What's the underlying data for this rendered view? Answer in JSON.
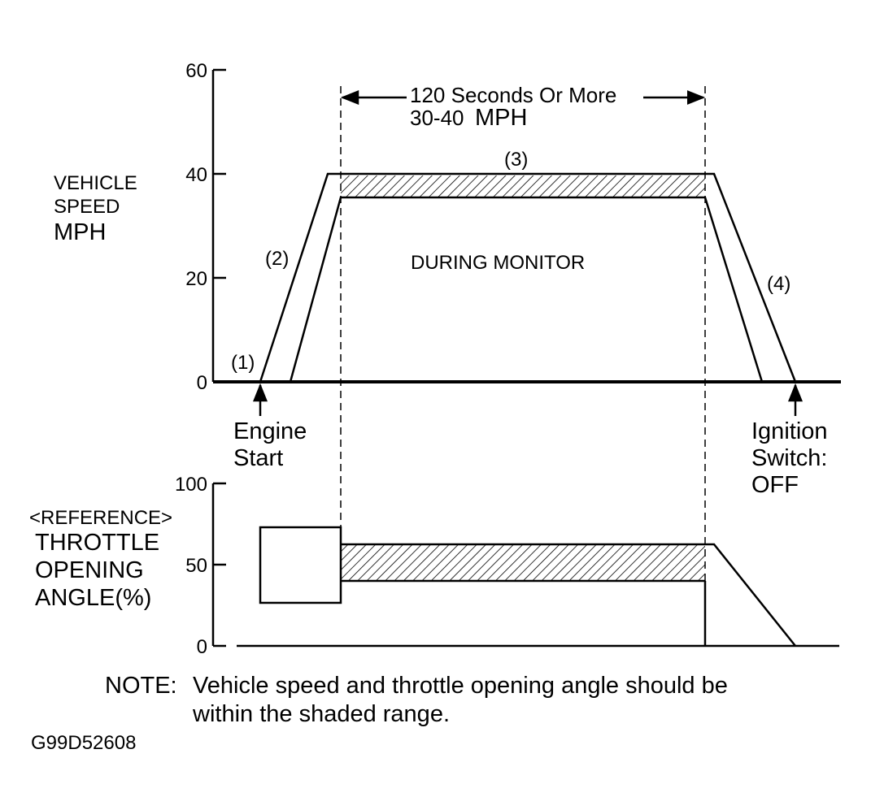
{
  "speed_chart": {
    "axis_label_lines": [
      "VEHICLE",
      "SPEED",
      "MPH"
    ],
    "ticks": [
      "60",
      "40",
      "20",
      "0"
    ],
    "duration_label": "120 Seconds Or More",
    "range_label": "30-40",
    "range_unit": "MPH",
    "region_label": "DURING MONITOR",
    "phase_labels": [
      "(1)",
      "(2)",
      "(3)",
      "(4)"
    ],
    "event_start_lines": [
      "Engine",
      "Start"
    ],
    "event_end_lines": [
      "Ignition",
      "Switch:",
      "OFF"
    ]
  },
  "throttle_chart": {
    "reference_label": "<REFERENCE>",
    "axis_label_lines": [
      "THROTTLE",
      "OPENING",
      "ANGLE(%)"
    ],
    "ticks": [
      "100",
      "50",
      "0"
    ]
  },
  "note": {
    "prefix": "NOTE:",
    "lines": [
      "Vehicle speed and throttle opening angle should be",
      "within the shaded range."
    ]
  },
  "figure_id": "G99D52608",
  "colors": {
    "ink": "#000000",
    "paper": "#ffffff"
  }
}
